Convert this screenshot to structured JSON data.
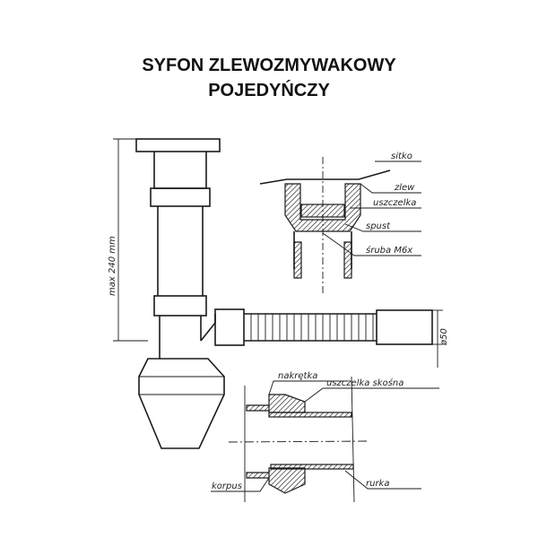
{
  "title": {
    "line1": "SYFON ZLEWOZMYWAKOWY",
    "line2": "POJEDYŃCZY"
  },
  "labels": {
    "sitko": "sitko",
    "zlew": "zlew",
    "uszczelka": "uszczelka",
    "spust": "spust",
    "sruba": "śruba M6x",
    "nakretka": "nakrętka",
    "uszczelka_skosna": "uszczelka skośna",
    "korpus": "korpus",
    "rurka": "rurka",
    "height_dim": "max 240 mm",
    "diameter_dim": "ø50"
  }
}
